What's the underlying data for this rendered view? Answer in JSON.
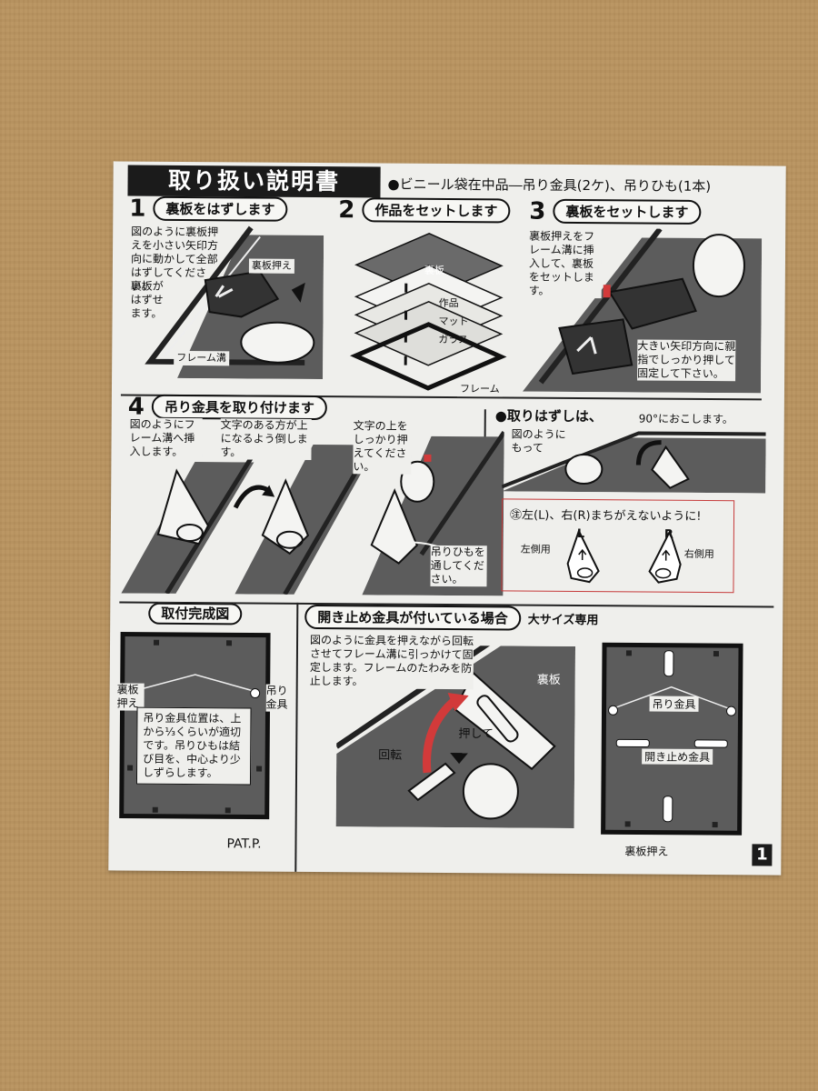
{
  "document": {
    "title": "取り扱い説明書",
    "contents": "●ビニール袋在中品―吊り金具(2ケ)、吊りひも(1本)",
    "page_number": "1",
    "patent": "PAT.P."
  },
  "step1": {
    "num": "1",
    "heading": "裏板をはずします",
    "text": "図のように裏板押えを小さい矢印方向に動かして全部はずしてください。",
    "text2": "裏板がはずせます。",
    "label_backboard_holder": "裏板押え",
    "label_frame_groove": "フレーム溝"
  },
  "step2": {
    "num": "2",
    "heading": "作品をセットします",
    "layers": [
      "裏板",
      "作品",
      "マット",
      "ガラス"
    ],
    "label_frame": "フレーム"
  },
  "step3": {
    "num": "3",
    "heading": "裏板をセットします",
    "text": "裏板押えをフレーム溝に挿入して、裏板をセットします。",
    "text2": "大きい矢印方向に親指でしっかり押して固定して下さい。"
  },
  "step4": {
    "num": "4",
    "heading": "吊り金具を取り付けます",
    "text_a": "図のようにフレーム溝へ挿入します。",
    "text_b": "文字のある方が上になるよう倒します。",
    "text_c": "文字の上をしっかり押えてください。",
    "text_d": "吊りひもを通してください。"
  },
  "removal": {
    "heading": "●取りはずしは、",
    "text_a": "図のようにもって",
    "text_b": "90°におこします。",
    "caution": "㊟左(L)、右(R)まちがえないように!",
    "left_label": "左側用",
    "right_label": "右側用",
    "left_letter": "L",
    "right_letter": "R"
  },
  "complete": {
    "heading": "取付完成図",
    "label_holder": "裏板押え",
    "label_hanger": "吊り金具",
    "text": "吊り金具位置は、上から⅓くらいが適切です。吊りひもは結び目を、中心より少しずらします。"
  },
  "stopper": {
    "heading": "開き止め金具が付いている場合",
    "size_note": "大サイズ専用",
    "text": "図のように金具を押えながら回転させてフレーム溝に引っかけて固定します。フレームのたわみを防止します。",
    "label_backboard": "裏板",
    "label_push": "押して",
    "label_rotate": "回転",
    "label_hanger": "吊り金具",
    "label_stopper": "開き止め金具",
    "label_holder": "裏板押え"
  },
  "colors": {
    "paper": "#efefec",
    "ink": "#111111",
    "accent_red": "#d23a3a",
    "illus_gray": "#5c5c5c",
    "background": "#b9935f"
  }
}
